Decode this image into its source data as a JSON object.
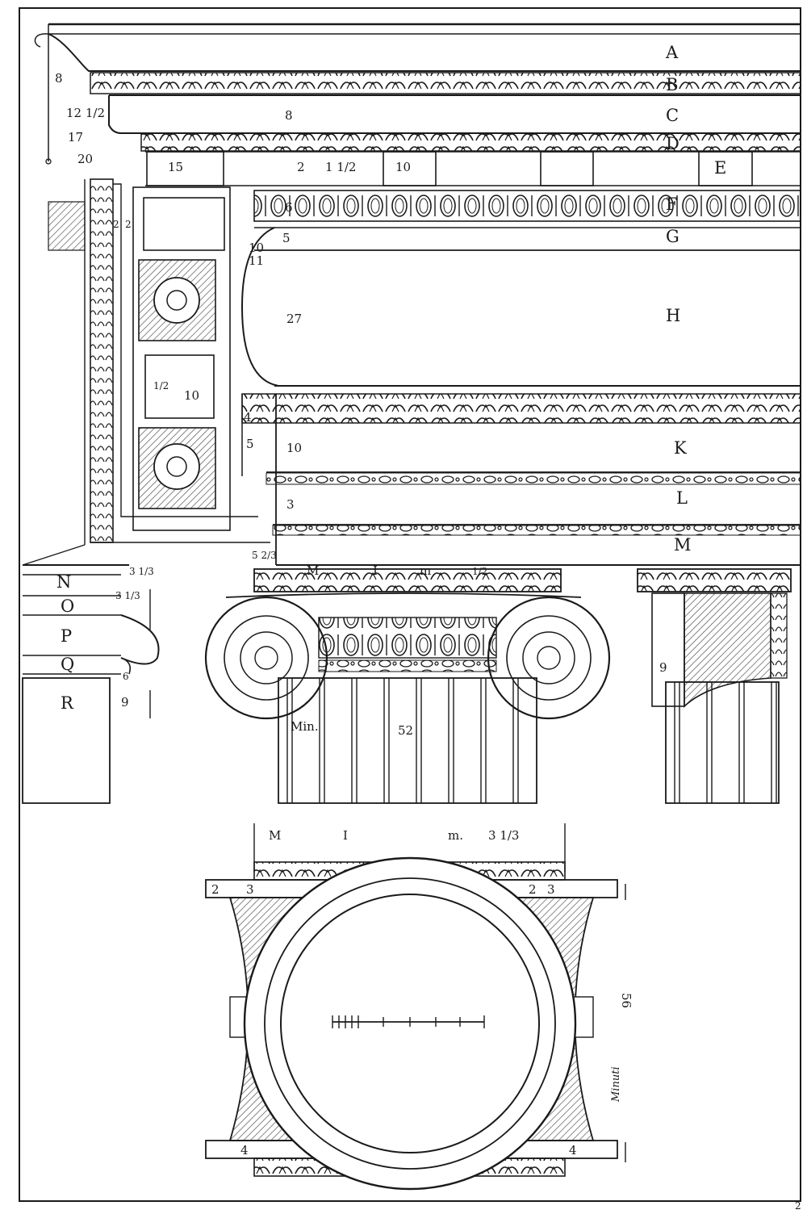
{
  "entablature_letters": [
    "A",
    "B",
    "C",
    "D",
    "E",
    "F",
    "G",
    "H",
    "K",
    "L",
    "M"
  ],
  "base_letters": [
    "N",
    "O",
    "P",
    "Q",
    "R"
  ],
  "cornice_numbers": [
    "8",
    "12 1/2",
    "17",
    "20"
  ],
  "frieze_numbers": [
    "15",
    "2",
    "1 1/2",
    "10"
  ],
  "corona_number": "8",
  "egg_dart_number": "6",
  "frieze_side_numbers": [
    "10",
    "11",
    "27"
  ],
  "bead_numbers": [
    "5",
    "5"
  ],
  "fascia_numbers": [
    "4",
    "5",
    "10",
    "3",
    "5 2/3"
  ],
  "soffit_numbers": [
    "2",
    "2",
    "1/2",
    "10"
  ],
  "base_numbers": [
    "3 1/3",
    "3 1/3",
    "9",
    "6"
  ],
  "capital_top_labels": [
    "M",
    "I",
    "m",
    "1/2"
  ],
  "capital_shaft_labels": [
    "Min.",
    "52"
  ],
  "side_capital_number": "9",
  "plan_top_labels": [
    "M",
    "I",
    "m.",
    "3 1/3"
  ],
  "plan_side_numbers": [
    "2",
    "3",
    "2",
    "3",
    "4",
    "4"
  ],
  "plan_height_label": "56",
  "scale_label": "Minuti",
  "page_number": "2",
  "colors": {
    "ink": "#1a1a1a",
    "paper": "#ffffff",
    "hatch": "#555555"
  }
}
